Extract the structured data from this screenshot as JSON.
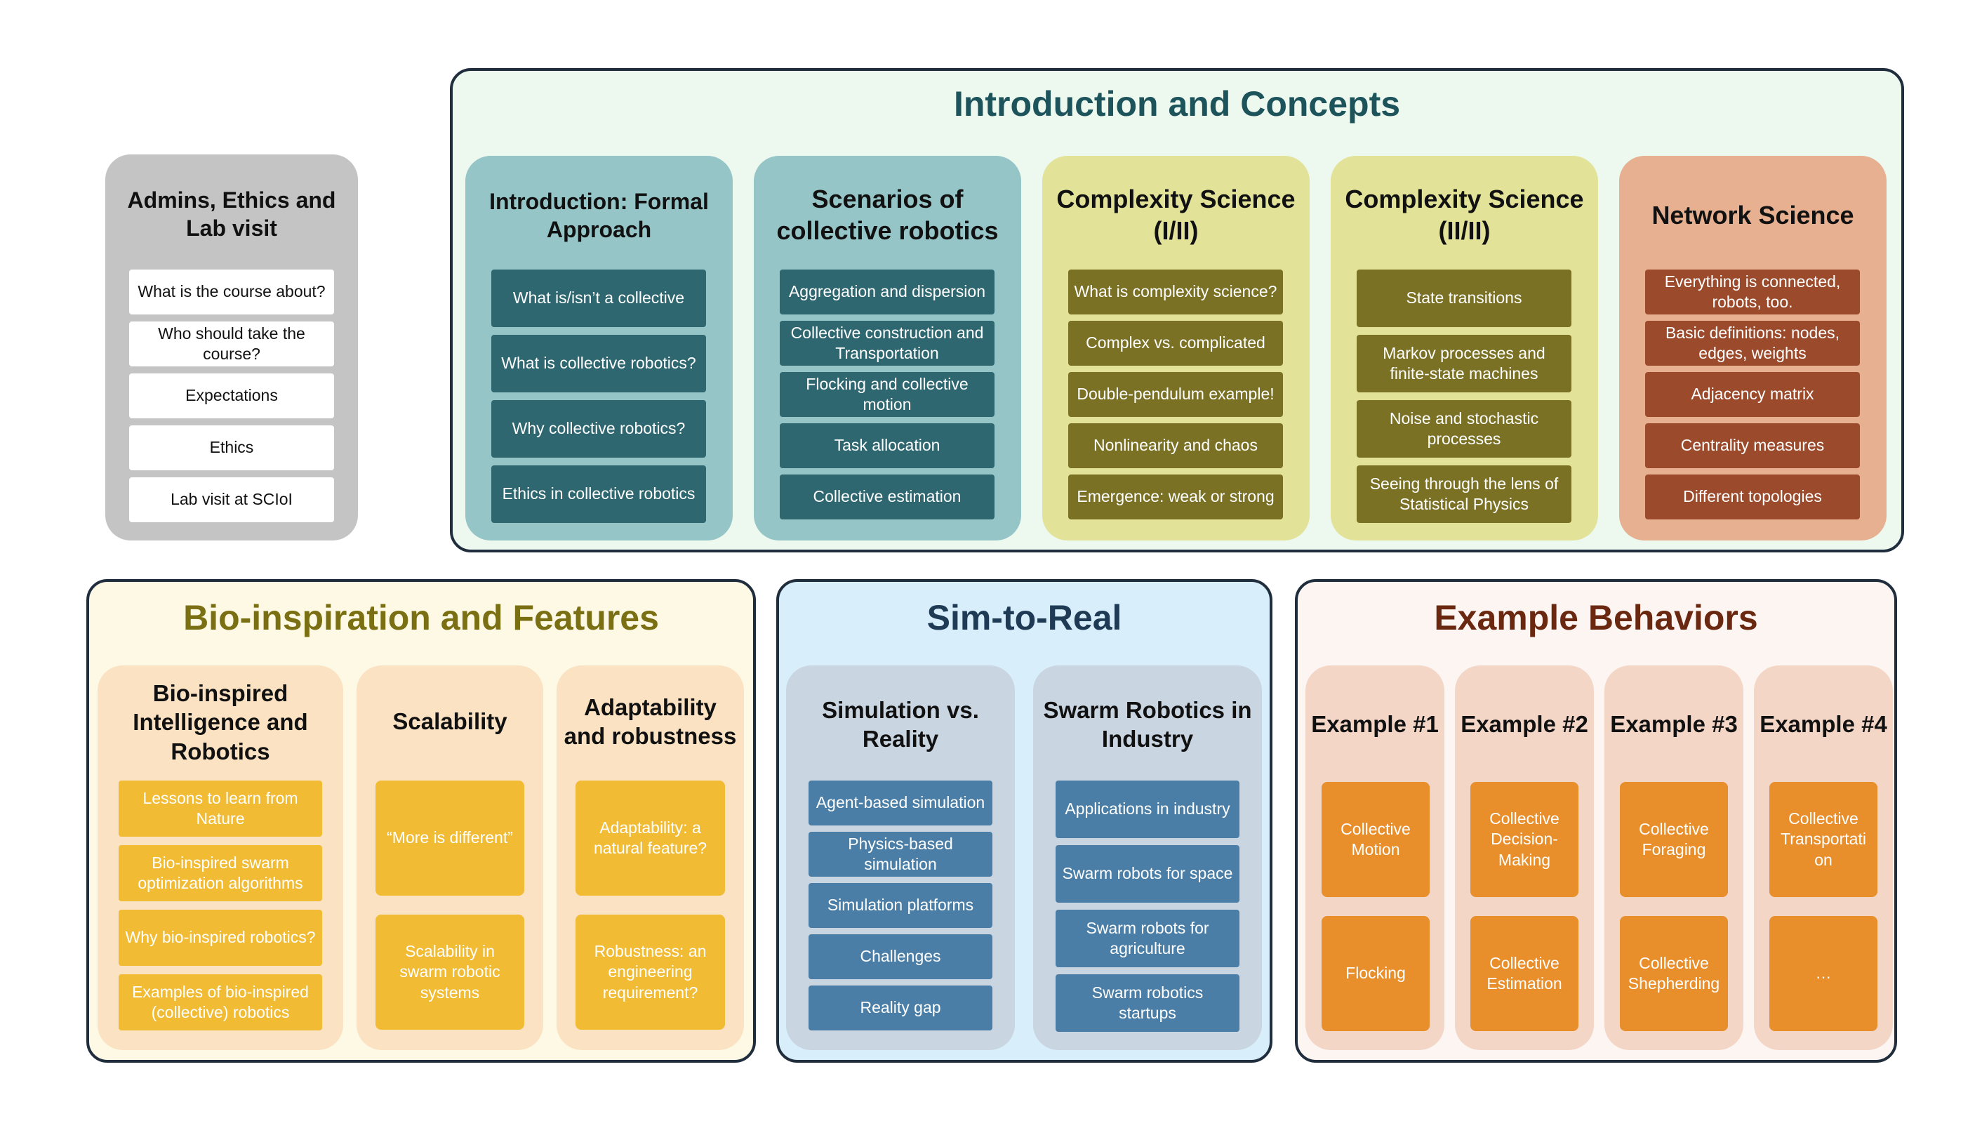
{
  "admin": {
    "title": "Admins, Ethics and Lab visit",
    "items": [
      "What is the course about?",
      "Who should take the course?",
      "Expectations",
      "Ethics",
      "Lab visit at SCIoI"
    ]
  },
  "intro": {
    "title": "Introduction and Concepts",
    "columns": [
      {
        "title": "Introduction: Formal Approach",
        "items": [
          "What is/isn’t a collective",
          "What is collective robotics?",
          "Why collective robotics?",
          "Ethics in collective robotics"
        ]
      },
      {
        "title": "Scenarios of collective robotics",
        "items": [
          "Aggregation and dispersion",
          "Collective construction and Transportation",
          "Flocking and collective motion",
          "Task allocation",
          "Collective estimation"
        ]
      },
      {
        "title": "Complexity Science (I/II)",
        "items": [
          "What is complexity science?",
          "Complex vs. complicated",
          "Double-pendulum example!",
          "Nonlinearity and chaos",
          "Emergence: weak or strong"
        ]
      },
      {
        "title": "Complexity Science (II/II)",
        "items": [
          "State transitions",
          "Markov processes and finite-state machines",
          "Noise and stochastic processes",
          "Seeing through the lens of Statistical Physics"
        ]
      },
      {
        "title": "Network Science",
        "items": [
          "Everything is connected, robots, too.",
          "Basic definitions: nodes, edges, weights",
          "Adjacency matrix",
          "Centrality measures",
          "Different topologies"
        ]
      }
    ]
  },
  "bio": {
    "title": "Bio-inspiration and Features",
    "columns": [
      {
        "title": "Bio-inspired Intelligence and Robotics",
        "items": [
          "Lessons to learn from Nature",
          "Bio-inspired swarm optimization algorithms",
          "Why bio-inspired robotics?",
          "Examples of bio-inspired (collective) robotics"
        ]
      },
      {
        "title": "Scalability",
        "items": [
          "“More is different”",
          "Scalability in swarm robotic systems"
        ]
      },
      {
        "title": "Adaptability and robustness",
        "items": [
          "Adaptability: a natural feature?",
          "Robustness: an engineering requirement?"
        ]
      }
    ]
  },
  "sim": {
    "title": "Sim-to-Real",
    "columns": [
      {
        "title": "Simulation vs. Reality",
        "items": [
          "Agent-based simulation",
          "Physics-based simulation",
          "Simulation platforms",
          "Challenges",
          "Reality gap"
        ]
      },
      {
        "title": "Swarm Robotics in Industry",
        "items": [
          "Applications in industry",
          "Swarm robots for space",
          "Swarm robots for agriculture",
          "Swarm robotics startups"
        ]
      }
    ]
  },
  "examples": {
    "title": "Example Behaviors",
    "columns": [
      {
        "title": "Example #1",
        "items": [
          "Collective Motion",
          "Flocking"
        ]
      },
      {
        "title": "Example #2",
        "items": [
          "Collective Decision-Making",
          "Collective Estimation"
        ]
      },
      {
        "title": "Example #3",
        "items": [
          "Collective Foraging",
          "Collective Shepherding"
        ]
      },
      {
        "title": "Example #4",
        "items": [
          "Collective Transportati on",
          "…"
        ]
      }
    ]
  },
  "colors": {
    "intro_bg": "#edf8ef",
    "intro_title": "#1d535a",
    "bio_bg": "#fdf9e4",
    "bio_title": "#7a6f12",
    "sim_bg": "#d9eefb",
    "sim_title": "#1f3a54",
    "ex_bg": "#fdf5f2",
    "ex_title": "#6a2810",
    "teal_col": "#95c5c7",
    "teal_box": "#2e6770",
    "yellow_col": "#e2e398",
    "olive_box": "#7a7124",
    "salmon_col": "#e6b091",
    "brown_box": "#9b4a2b",
    "peach_col": "#fbe2c2",
    "gold_box": "#f1bb33",
    "slate_col": "#c9d5e0",
    "blue_box": "#4a7ea6",
    "pink_col": "#f3d6c6",
    "orange_box": "#e88e2a",
    "gray_col": "#c4c4c4"
  }
}
